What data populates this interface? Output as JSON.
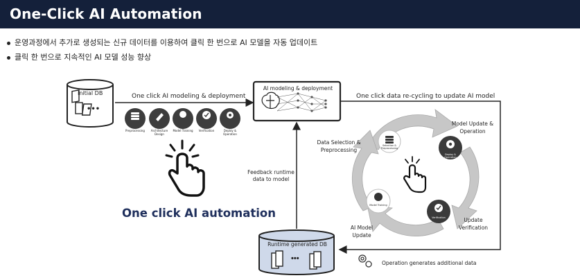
{
  "header": {
    "title": "One-Click AI Automation"
  },
  "bullets": [
    "운영과정에서 추가로 생성되는 신규 데이터를 이용하여 클릭 한 번으로 AI 모델을 자동 업데이트",
    "클릭 한 번으로 지속적인 AI 모델 성능 향상"
  ],
  "diagram": {
    "initial_db": "Initial DB",
    "deploy_arrow_label": "One click AI modeling & deployment",
    "model_box_label": "AI modeling & deployment",
    "recycle_label": "One click data re-cycling to update AI model",
    "feedback_label": "Feedback runtime data to model",
    "runtime_db": "Runtime generated DB",
    "operation_note": "Operation generates additional data",
    "automation_caption": "One click AI automation",
    "steps": [
      "Preprocessing",
      "Architecture Design",
      "Model Training",
      "Verification",
      "Deploy & Operation"
    ],
    "cycle": {
      "data_selection": "Data Selection & Preprocessing",
      "model_update": "Model Update & Operation",
      "update_verification": "Update Verification",
      "ai_model_update": "AI Model Update",
      "icon_selection": "Selection & Preprocessing",
      "icon_deploy": "Deploy & Operation",
      "icon_training": "Model Training",
      "icon_verification": "Verification"
    }
  },
  "colors": {
    "title_bg": "#14203a",
    "db_fill": "#cfd9ea",
    "caption": "#1f2f5c",
    "cycle_gray": "#c4c4c4",
    "icon_dark": "#3a3a3a"
  },
  "icons": [
    "database-icon",
    "brain-icon",
    "neural-network-icon",
    "pointer-hand-icon",
    "gear-icon",
    "layers-icon",
    "pencil-icon",
    "check-badge-icon",
    "lightbulb-head-icon"
  ]
}
